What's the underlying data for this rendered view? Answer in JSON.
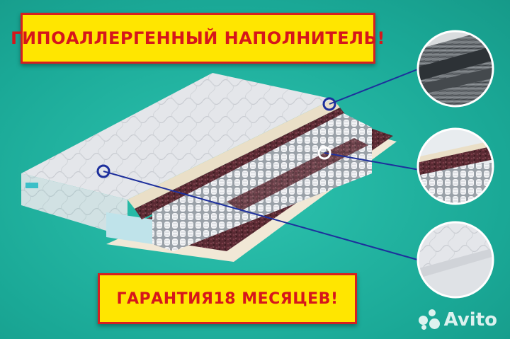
{
  "banners": {
    "top": "ГИПОАЛЛЕРГЕННЫЙ НАПОЛНИТЕЛЬ!",
    "bottom": "ГАРАНТИЯ18 МЕСЯЦЕВ!"
  },
  "watermark": {
    "text": "Avito",
    "icon": "avito-logo-icon"
  },
  "colors": {
    "background": "#1fb3a0",
    "banner_fill": "#ffe600",
    "banner_text": "#d6161b",
    "callout_line": "#1d2f9c"
  }
}
